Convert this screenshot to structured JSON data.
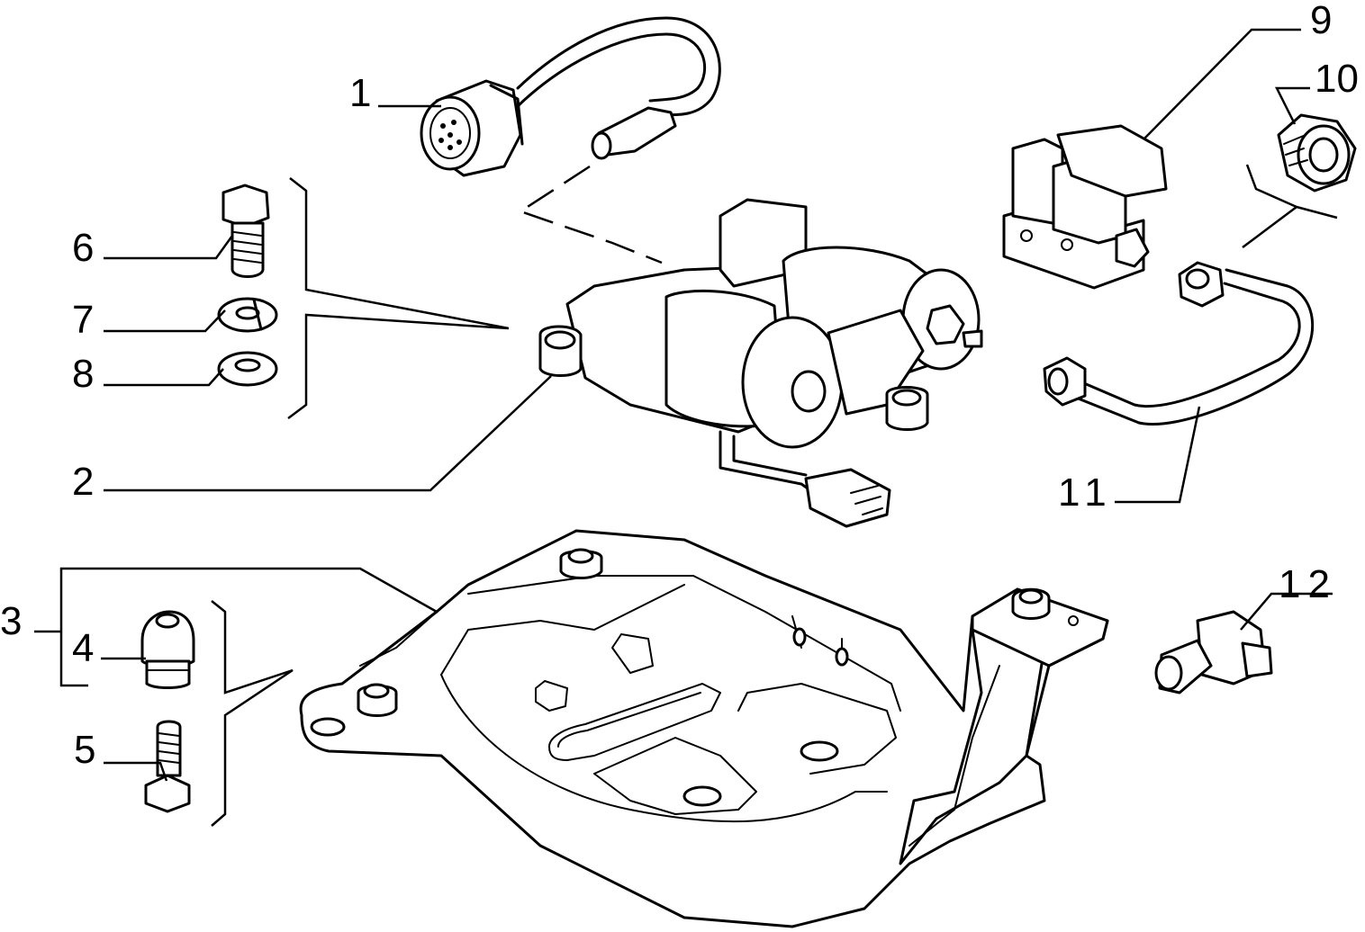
{
  "diagram": {
    "callouts": [
      {
        "id": "1",
        "text": "1"
      },
      {
        "id": "2",
        "text": "2"
      },
      {
        "id": "3",
        "text": "3"
      },
      {
        "id": "4",
        "text": "4"
      },
      {
        "id": "5",
        "text": "5"
      },
      {
        "id": "6",
        "text": "6"
      },
      {
        "id": "7",
        "text": "7"
      },
      {
        "id": "8",
        "text": "8"
      },
      {
        "id": "9",
        "text": "9"
      },
      {
        "id": "10",
        "text": "10"
      },
      {
        "id": "11",
        "text": "11"
      },
      {
        "id": "12",
        "text": "12"
      }
    ]
  },
  "colors": {
    "ink": "#000000",
    "paper": "#ffffff"
  }
}
